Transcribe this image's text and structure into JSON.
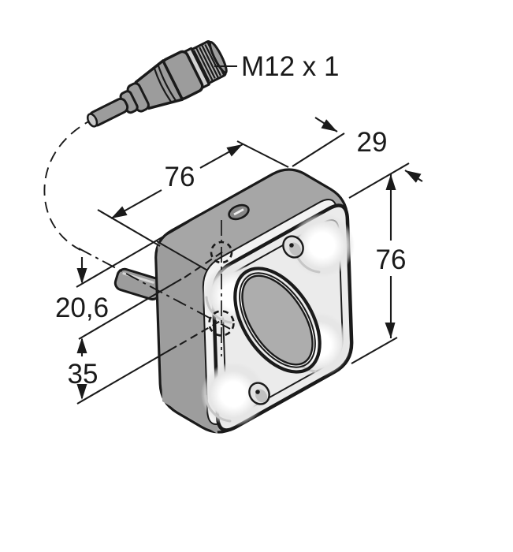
{
  "connector": {
    "label": "M12 x 1"
  },
  "dimensions": {
    "width_top": "76",
    "depth": "29",
    "height": "76",
    "hole_offset": "20,6",
    "hole_spacing": "35"
  },
  "colors": {
    "line": "#1a1a1a",
    "background": "#ffffff",
    "face_front": "#ebebeb",
    "face_top": "#a6a6a6",
    "face_side": "#9d9d9d",
    "chamfer_band": "#f3f3f3",
    "lens_interior": "#adadad",
    "connector_body": "#9c9c9c",
    "connector_band": "#d3d3d3",
    "connector_threads": "#b3b3b3",
    "screw_face": "#e2e2e2",
    "led_glow": "#ffffff"
  }
}
